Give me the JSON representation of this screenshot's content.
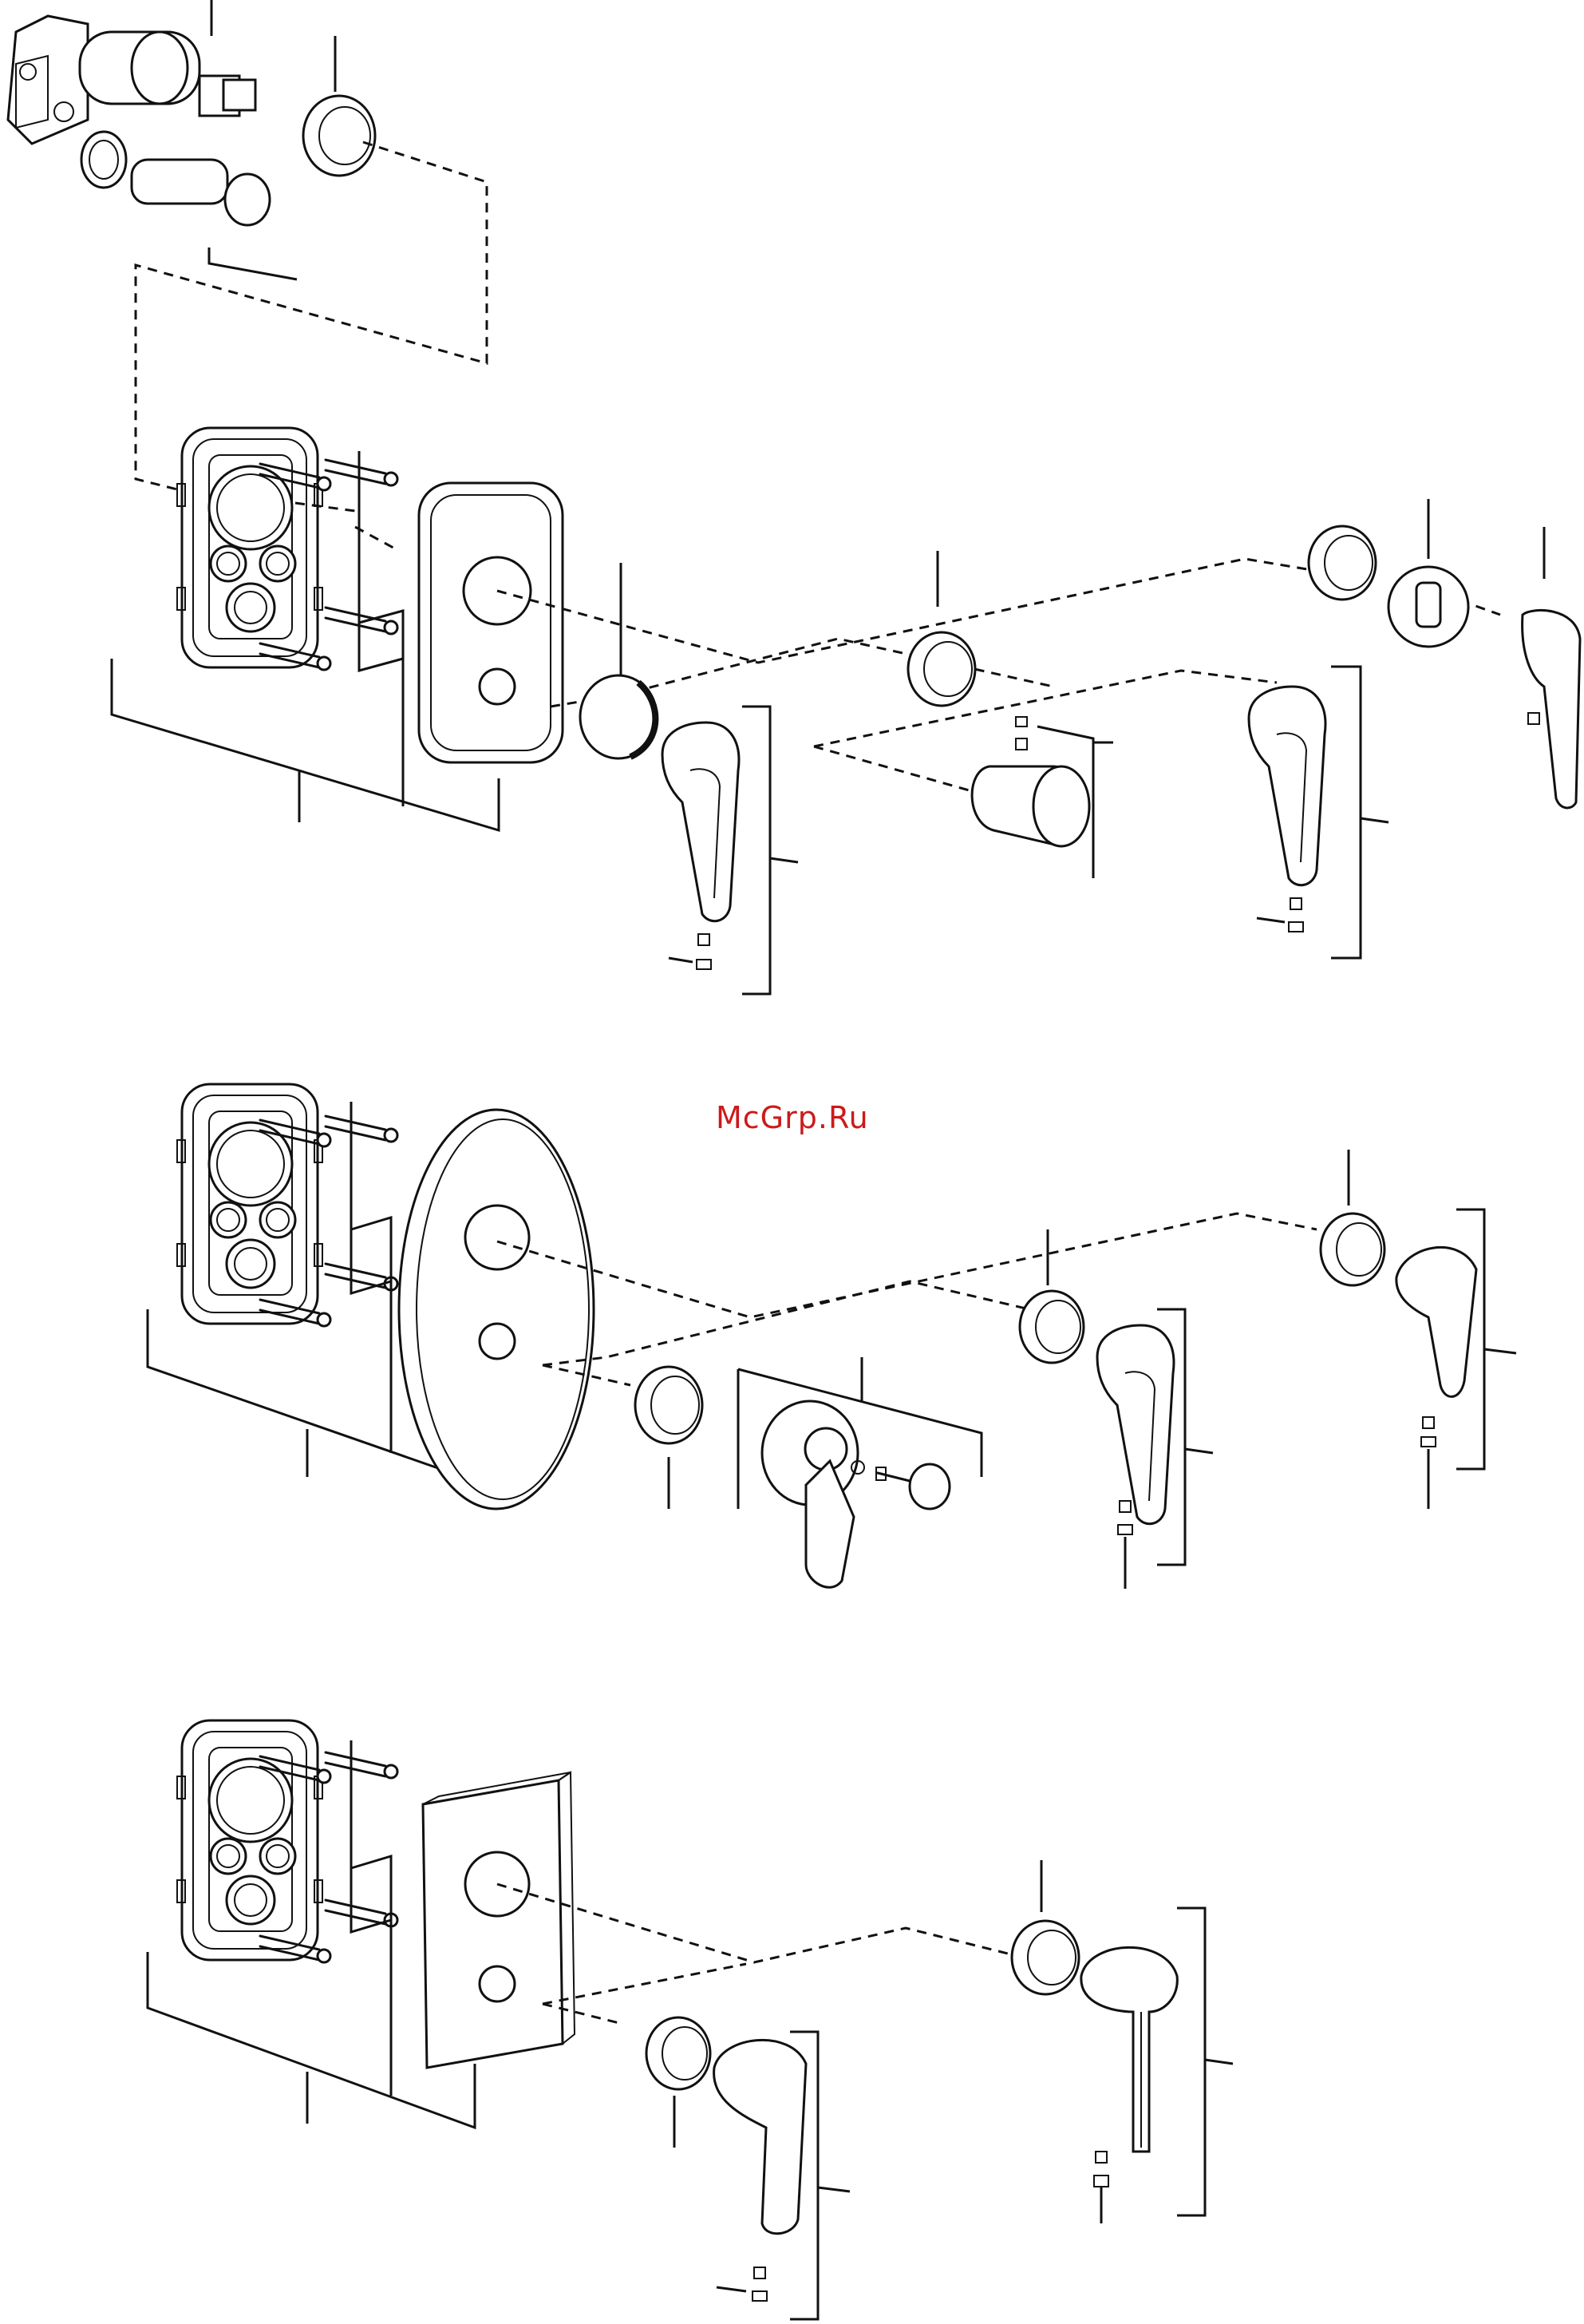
{
  "watermark": {
    "text": "McGrp.Ru",
    "color": "#cc1a1a"
  },
  "icons": [
    "valve-body",
    "cartridge",
    "mounting-box",
    "screw",
    "cover-plate",
    "rosette",
    "lever-handle",
    "set-screw"
  ]
}
